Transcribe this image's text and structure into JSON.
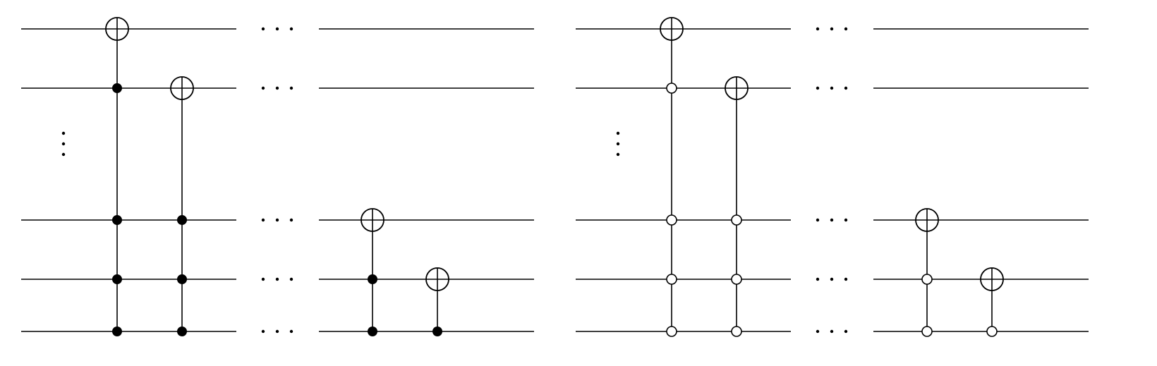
{
  "diagram": {
    "type": "quantum-circuit-pair",
    "stroke_color": "#000000",
    "background_color": "#ffffff",
    "panels": [
      {
        "name": "filled-controls-circuit",
        "control_style": "filled",
        "wires": 5,
        "vertical_ellipsis_between_wire": [
          2,
          3
        ],
        "gates": [
          {
            "target": 1,
            "controls": [
              2,
              3,
              4,
              5
            ]
          },
          {
            "target": 2,
            "controls": [
              3,
              4,
              5
            ]
          },
          {
            "target": 3,
            "controls": [
              4,
              5
            ]
          },
          {
            "target": 4,
            "controls": [
              5
            ]
          }
        ]
      },
      {
        "name": "hollow-controls-circuit",
        "control_style": "hollow",
        "wires": 5,
        "vertical_ellipsis_between_wire": [
          2,
          3
        ],
        "gates": [
          {
            "target": 1,
            "controls": [
              2,
              3,
              4,
              5
            ]
          },
          {
            "target": 2,
            "controls": [
              3,
              4,
              5
            ]
          },
          {
            "target": 3,
            "controls": [
              4,
              5
            ]
          },
          {
            "target": 4,
            "controls": [
              5
            ]
          }
        ]
      }
    ]
  }
}
